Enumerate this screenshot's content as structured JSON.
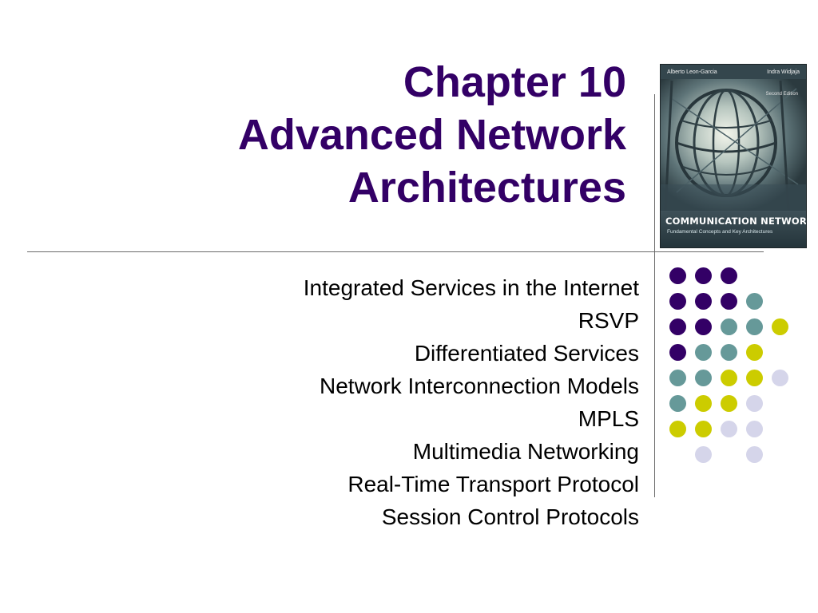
{
  "slide": {
    "title_lines": [
      "Chapter 10",
      "Advanced Network",
      "Architectures"
    ],
    "title_color": "#330066",
    "topics": [
      "Integrated Services in the Internet",
      "RSVP",
      "Differentiated Services",
      "Network Interconnection Models",
      "MPLS",
      "Multimedia Networking",
      "Real-Time Transport Protocol",
      "Session Control Protocols"
    ],
    "book_cover": {
      "author_left": "Alberto Leon-Garcia",
      "author_right": "Indra Widjaja",
      "edition": "Second Edition",
      "title": "COMMUNICATION NETWORKS",
      "subtitle": "Fundamental Concepts and Key Architectures"
    },
    "dot_colors": {
      "purple": "#330066",
      "teal": "#669999",
      "yellow": "#cccc00",
      "lavender": "#d5d5ea"
    },
    "dot_grid": [
      [
        "purple",
        "purple",
        "purple",
        null,
        null
      ],
      [
        "purple",
        "purple",
        "purple",
        "teal",
        null
      ],
      [
        "purple",
        "purple",
        "teal",
        "teal",
        "yellow"
      ],
      [
        "purple",
        "teal",
        "teal",
        "yellow",
        null
      ],
      [
        "teal",
        "teal",
        "yellow",
        "yellow",
        "lavender"
      ],
      [
        "teal",
        "yellow",
        "yellow",
        "lavender",
        null
      ],
      [
        "yellow",
        "yellow",
        "lavender",
        "lavender",
        null
      ],
      [
        null,
        "lavender",
        null,
        "lavender",
        null
      ]
    ]
  }
}
